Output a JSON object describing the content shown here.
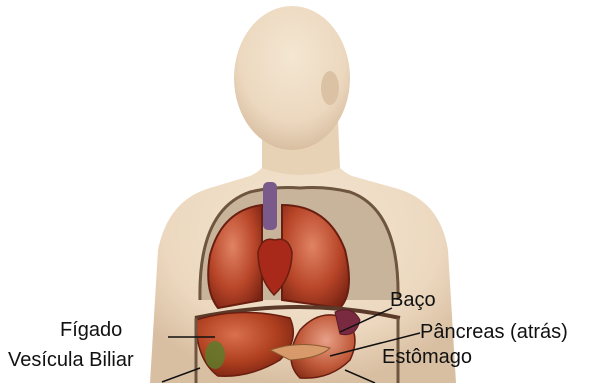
{
  "labels": {
    "figado": "Fígado",
    "vesicula": "Vesícula Biliar",
    "baco": "Baço",
    "pancreas": "Pâncreas (atrás)",
    "estomago": "Estômago"
  },
  "colors": {
    "background": "#ffffff",
    "skin": "#ecd8bf",
    "skin_shadow": "#d9bfa2",
    "organ_dark": "#8a2a18",
    "organ": "#b84528",
    "organ_light": "#d9704e",
    "leader_line": "#111111"
  }
}
